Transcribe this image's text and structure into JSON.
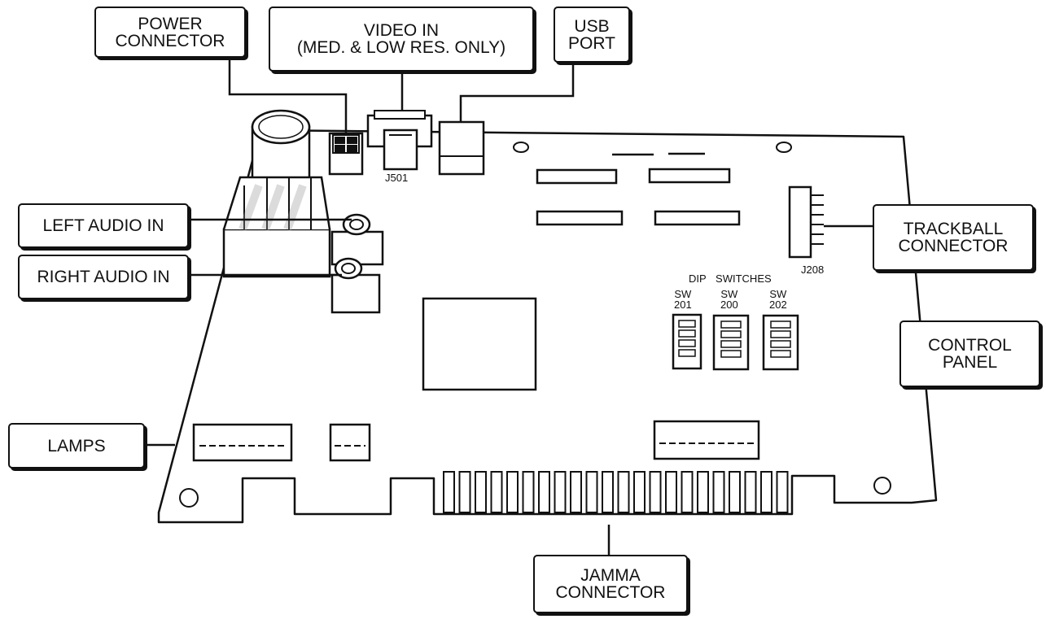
{
  "callouts": {
    "power_connector": [
      "POWER",
      "CONNECTOR"
    ],
    "video_in": [
      "VIDEO IN",
      "(MED. & LOW RES. ONLY)"
    ],
    "usb_port": [
      "USB",
      "PORT"
    ],
    "left_audio_in": [
      "LEFT AUDIO IN"
    ],
    "right_audio_in": [
      "RIGHT AUDIO IN"
    ],
    "trackball_connector": [
      "TRACKBALL",
      "CONNECTOR"
    ],
    "control_panel": [
      "CONTROL",
      "PANEL"
    ],
    "lamps": [
      "LAMPS"
    ],
    "jamma_connector": [
      "JAMMA",
      "CONNECTOR"
    ]
  },
  "silkscreen": {
    "j501": "J501",
    "j208": "J208",
    "dip_switches": "DIP SWITCHES",
    "sw201": [
      "SW",
      "201"
    ],
    "sw200": [
      "SW",
      "200"
    ],
    "sw202": [
      "SW",
      "202"
    ]
  }
}
